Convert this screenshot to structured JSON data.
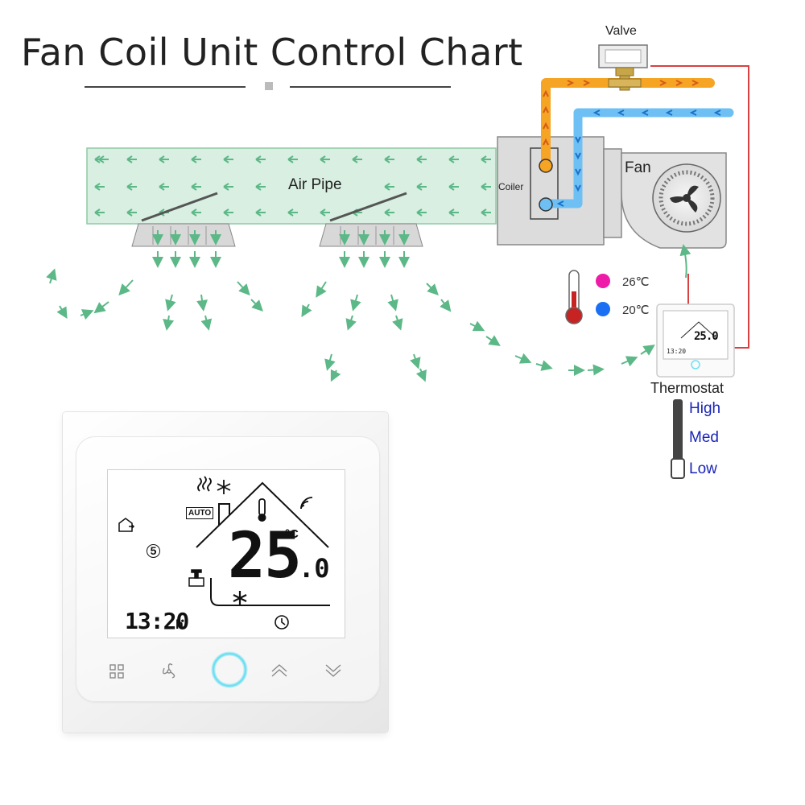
{
  "title": "Fan Coil Unit Control Chart",
  "labels": {
    "air_pipe": "Air Pipe",
    "coiler": "Coiler",
    "fan": "Fan",
    "valve": "Valve",
    "thermostat": "Thermostat"
  },
  "fan_speeds": [
    "High",
    "Med",
    "Low"
  ],
  "temperatures": {
    "hot": "26℃",
    "cold": "20℃"
  },
  "mini_display": {
    "time": "13:20",
    "temp": "25.0"
  },
  "display": {
    "mode_badge": "AUTO",
    "temp_main": "25",
    "temp_decimal": ".0",
    "unit": "°C",
    "time": "13:20",
    "time_suffix": "h",
    "program_number": "5"
  },
  "colors": {
    "air_green": "#d8efe2",
    "air_green_border": "#8fcaa6",
    "arrow_green": "#5cb887",
    "hot_pipe": "#f6a423",
    "cold_pipe": "#6ec0f4",
    "control_wire": "#d94040",
    "hot_dot": "#ee1aa8",
    "cold_dot": "#1a6ff2",
    "fan_speed_text": "#1a25b8",
    "ring_glow": "#6fe0f2"
  },
  "icons": {
    "fan_speed": "fan-speed-icon",
    "cooling": "snowflake-icon",
    "thermometer": "thermometer-icon",
    "wifi": "wifi-icon",
    "home_away": "home-away-icon",
    "valve": "valve-icon",
    "clock": "clock-icon",
    "menu_button": "grid-icon",
    "fan_button": "fan-icon",
    "power_button": "power-ring-icon",
    "up_button": "chevron-up-icon",
    "down_button": "chevron-down-icon"
  }
}
